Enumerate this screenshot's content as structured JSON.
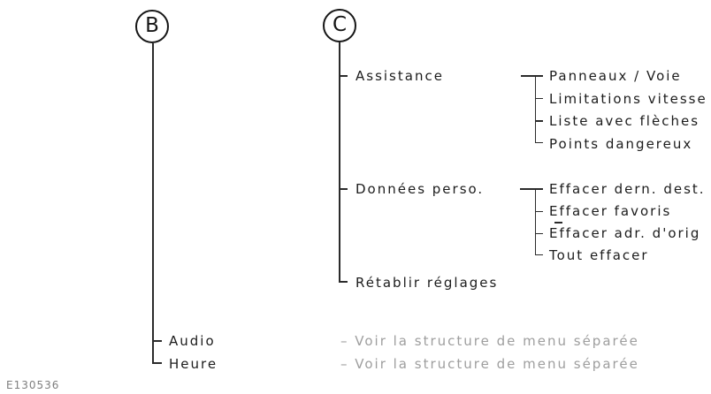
{
  "diagram": {
    "title": "menu structure tree (vehicle settings, French)",
    "background": "#ffffff",
    "line_color": "#2b2b2b",
    "text_color": "#1c1c1c",
    "muted_text_color": "#9e9e9e",
    "figure_code": "E130536",
    "node_b": {
      "label": "B",
      "children": [
        {
          "label": "Audio",
          "note": "– Voir la structure de menu séparée"
        },
        {
          "label": "Heure",
          "note": "– Voir la structure de menu séparée"
        }
      ]
    },
    "node_c": {
      "label": "C",
      "children": [
        {
          "label": "Assistance",
          "children": [
            "Panneaux / Voie",
            "Limitations vitesse",
            "Liste avec flèches",
            "Points dangereux"
          ]
        },
        {
          "label": "Données perso.",
          "children": [
            "Effacer dern. dest.",
            "Effacer favoris",
            "Effacer adr. d'orig",
            "Tout effacer"
          ]
        },
        {
          "label": "Rétablir réglages",
          "children": []
        }
      ]
    }
  }
}
